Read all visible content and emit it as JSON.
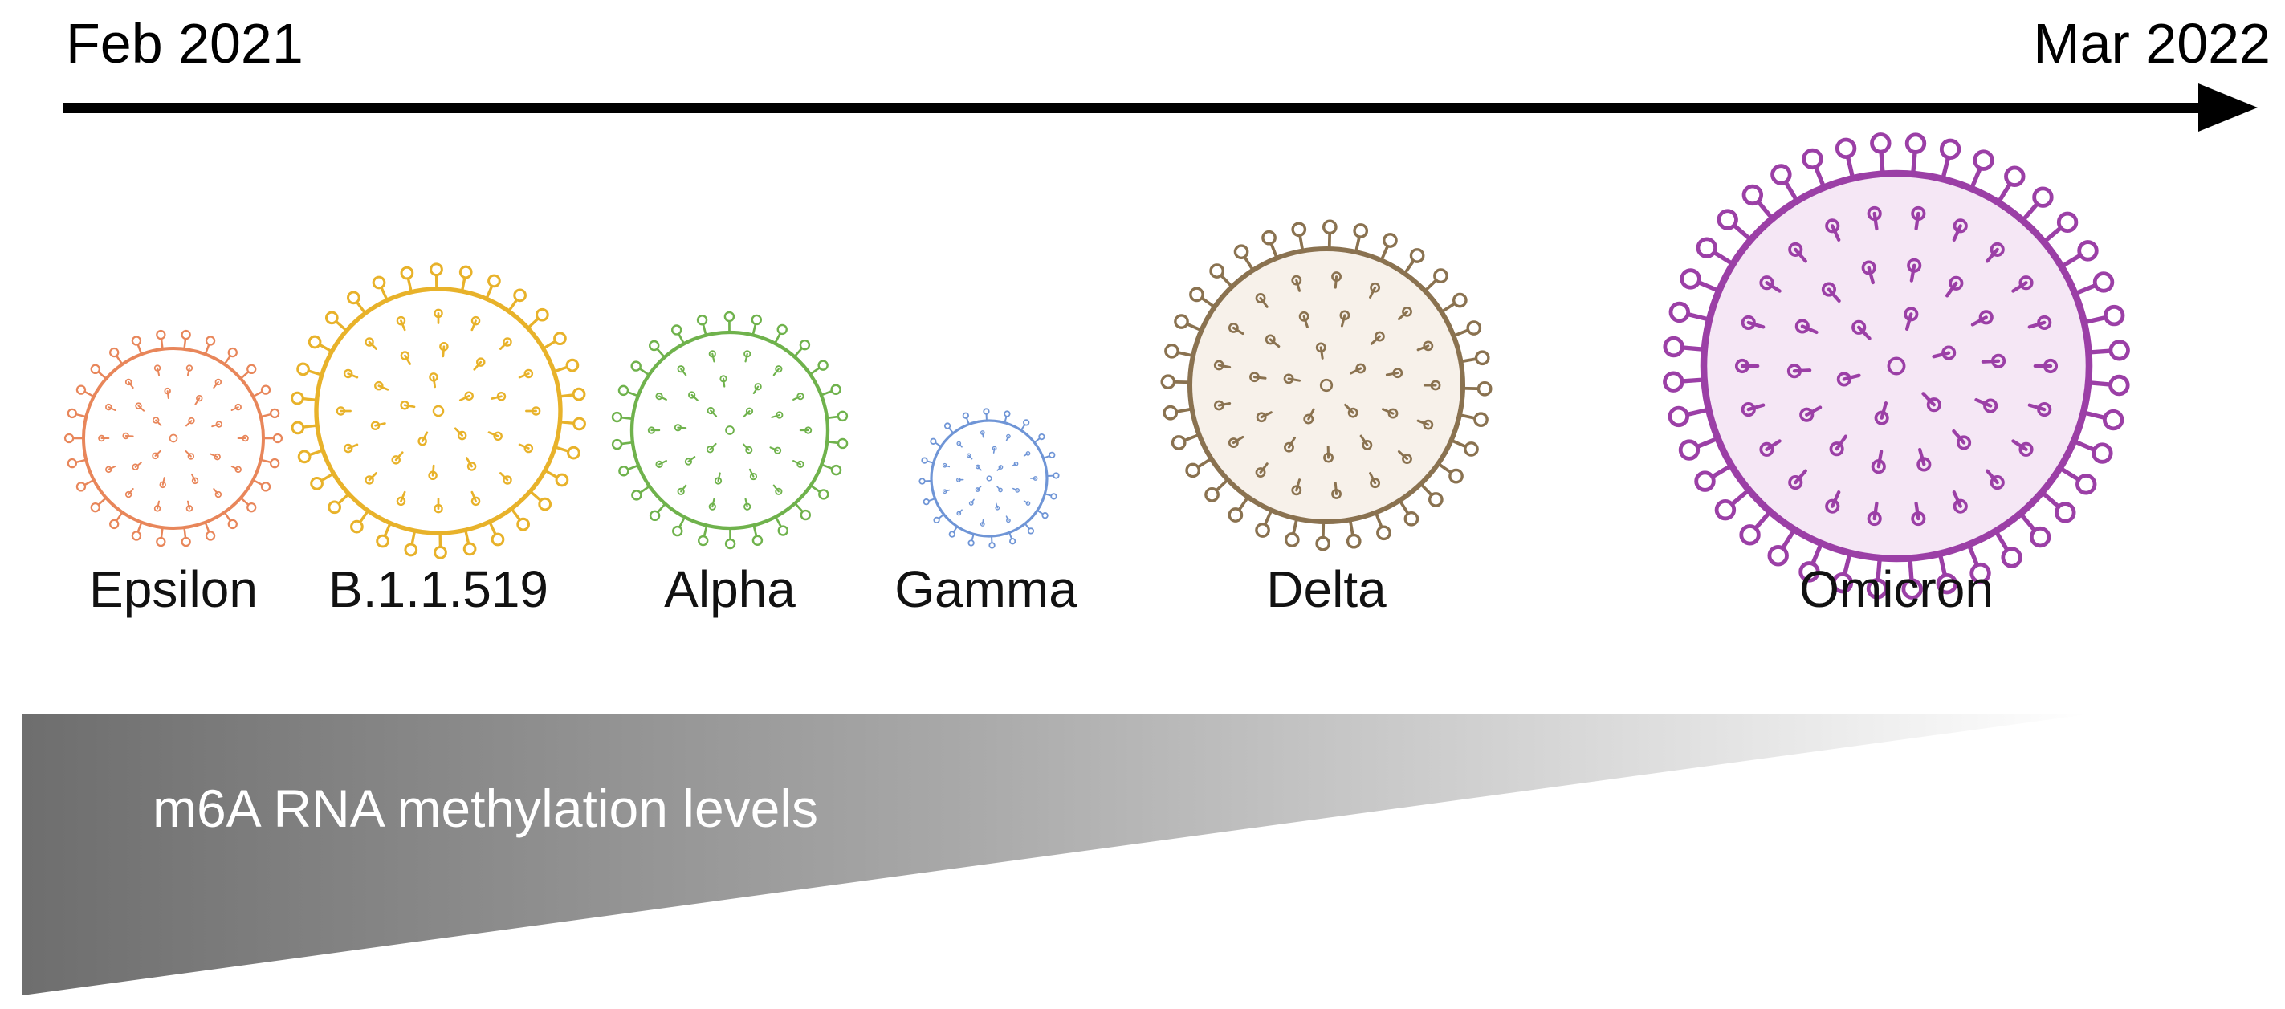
{
  "timeline": {
    "start_label": "Feb 2021",
    "end_label": "Mar 2022"
  },
  "variants": [
    {
      "name": "Epsilon",
      "color": "#e8865a"
    },
    {
      "name": "B.1.1.519",
      "color": "#e8b22a"
    },
    {
      "name": "Alpha",
      "color": "#6fb24c"
    },
    {
      "name": "Gamma",
      "color": "#6f95d6"
    },
    {
      "name": "Delta",
      "color": "#8a7250"
    },
    {
      "name": "Omicron",
      "color": "#9b3fa6"
    }
  ],
  "gradient_bar": {
    "label": "m6A RNA methylation levels",
    "color_dark": "#6e6e6e",
    "color_light": "#ffffff"
  }
}
